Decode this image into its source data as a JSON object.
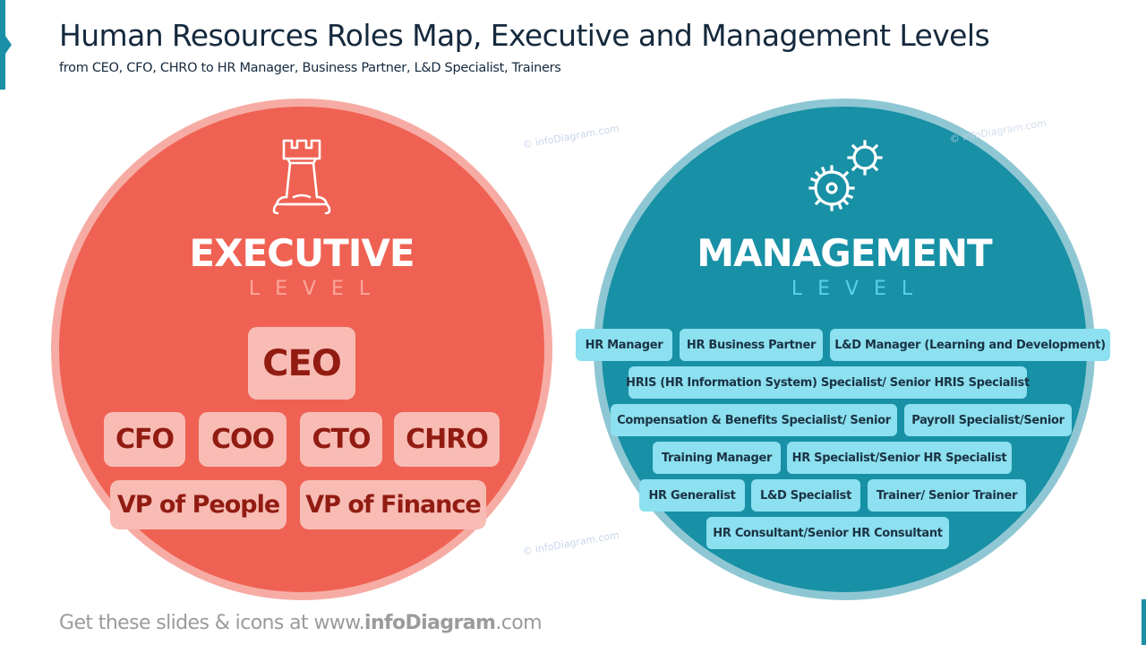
{
  "header": {
    "title": "Human Resources Roles Map, Executive and Management Levels",
    "subtitle": "from CEO, CFO, CHRO to HR Manager, Business Partner, L&D Specialist, Trainers"
  },
  "colors": {
    "accent": "#1a8fa6",
    "executive_fill": "#ef6253",
    "executive_border": "#f6aca4",
    "executive_box": "#f8bcb5",
    "executive_text": "#921c12",
    "management_fill": "#1890a6",
    "management_border": "#8ec7d3",
    "management_box": "#8ce0ef",
    "management_text": "#1a3344",
    "title_text": "#15293d"
  },
  "executive": {
    "icon": "chess-rook-icon",
    "title": "EXECUTIVE",
    "subtitle": "LEVEL",
    "roles": {
      "top": "CEO",
      "row2": [
        "CFO",
        "COO",
        "CTO",
        "CHRO"
      ],
      "row3": [
        "VP of People",
        "VP of Finance"
      ]
    }
  },
  "management": {
    "icon": "gears-icon",
    "title": "MANAGEMENT",
    "subtitle": "LEVEL",
    "roles": [
      [
        "HR Manager",
        "HR Business Partner",
        "L&D Manager (Learning and Development)"
      ],
      [
        "HRIS (HR Information System) Specialist/ Senior HRIS Specialist"
      ],
      [
        "Compensation & Benefits Specialist/ Senior",
        "Payroll Specialist/Senior"
      ],
      [
        "Training Manager",
        "HR Specialist/Senior HR Specialist"
      ],
      [
        "HR Generalist",
        "L&D Specialist",
        "Trainer/ Senior Trainer"
      ],
      [
        "HR Consultant/Senior HR Consultant"
      ]
    ]
  },
  "watermark": "© infoDiagram.com",
  "footer": {
    "prefix": "Get these slides & icons at www.",
    "brand": "infoDiagram",
    "suffix": ".com"
  }
}
